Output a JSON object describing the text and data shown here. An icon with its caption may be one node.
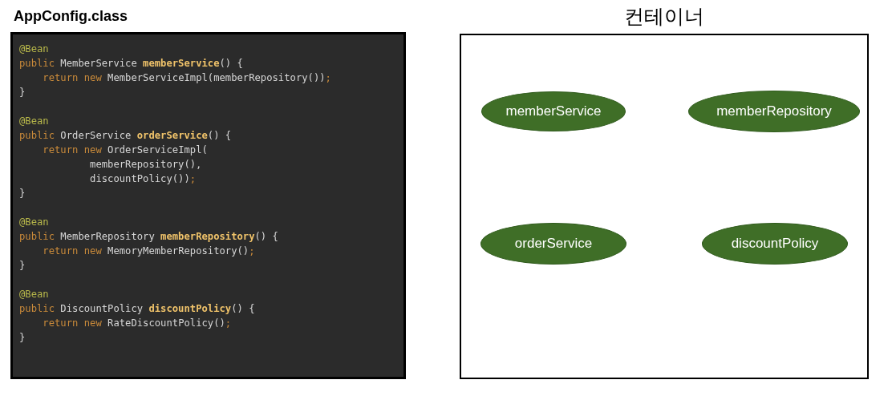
{
  "diagram": {
    "nodes": [
      {
        "text": [
          "AppConfig.class",
          "@Bean",
          "public MemberService memberService() {",
          "    return new MemberServiceImpl(memberRepository());",
          "}",
          "@Bean",
          "public OrderService orderService() {",
          "    return new OrderServiceImpl(",
          "            memberRepository(),",
          "            discountPolicy());",
          "}",
          "@Bean",
          "public MemberRepository memberRepository() {",
          "    return new MemoryMemberRepository();",
          "}",
          "@Bean",
          "public DiscountPolicy discountPolicy() {",
          "    return new RateDiscountPolicy();",
          "}"
        ]
      },
      {
        "text": [
          "컨테이너"
        ]
      },
      {
        "text": [
          "memberService"
        ],
        "in": 1
      },
      {
        "text": [
          "memberRepository"
        ],
        "in": 1
      },
      {
        "text": [
          "orderService"
        ],
        "in": 1
      },
      {
        "text": [
          "discountPolicy"
        ],
        "in": 1
      }
    ]
  }
}
